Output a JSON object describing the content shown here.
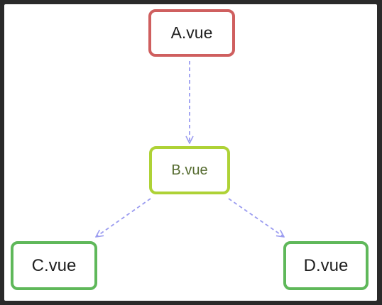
{
  "diagram": {
    "nodes": [
      {
        "id": "a",
        "label": "A.vue",
        "border_color": "#cf5f5f"
      },
      {
        "id": "b",
        "label": "B.vue",
        "border_color": "#aed236"
      },
      {
        "id": "c",
        "label": "C.vue",
        "border_color": "#5fb85a"
      },
      {
        "id": "d",
        "label": "D.vue",
        "border_color": "#5fb85a"
      }
    ],
    "edges": [
      {
        "from": "a",
        "to": "b",
        "style": "dashed",
        "color": "#9b9cf0"
      },
      {
        "from": "b",
        "to": "c",
        "style": "dashed",
        "color": "#9b9cf0"
      },
      {
        "from": "b",
        "to": "d",
        "style": "dashed",
        "color": "#9b9cf0"
      }
    ]
  }
}
